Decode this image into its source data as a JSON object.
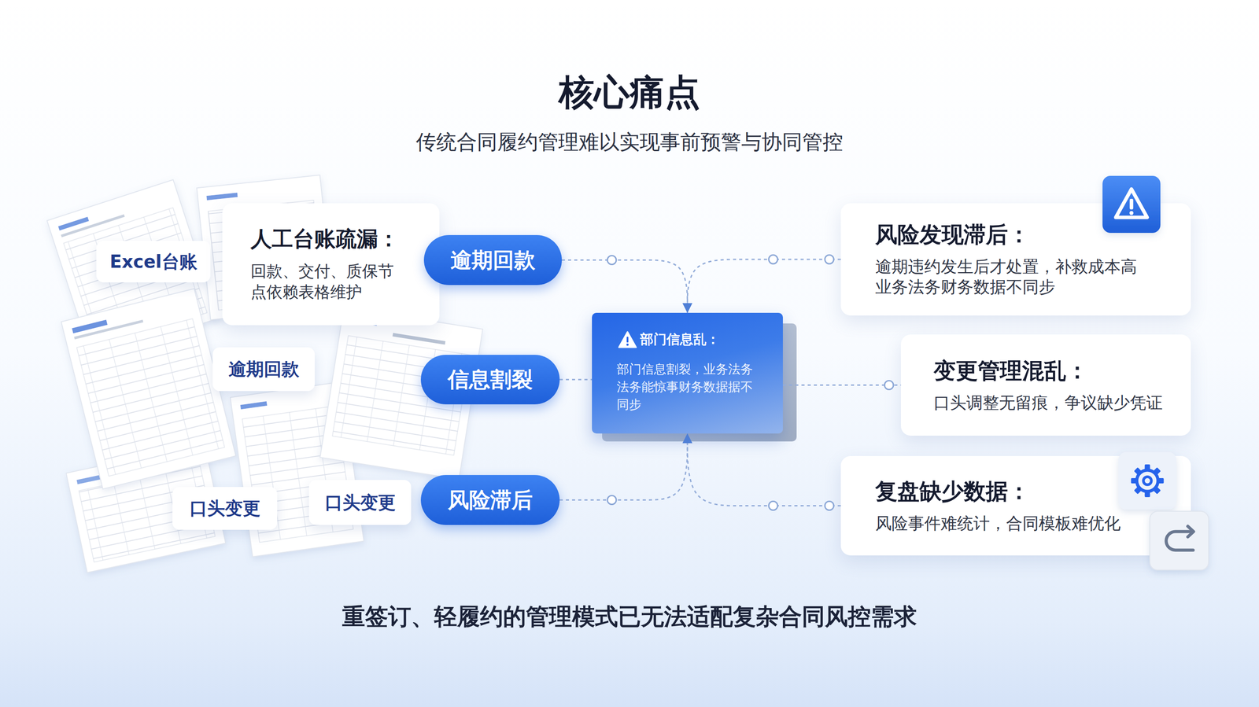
{
  "diagram": {
    "title": "核心痛点",
    "caption": "传统合同履约管理难以实现事前预警与协同管控",
    "nodes": [
      {
        "text": [
          "Excel台账"
        ]
      },
      {
        "text": [
          "人工台账疏漏：",
          "回款、交付、质保节 点依赖表格维护"
        ]
      },
      {
        "text": [
          "逾期回款"
        ]
      },
      {
        "text": [
          "口头变更"
        ]
      },
      {
        "text": [
          "口头变更"
        ]
      },
      {
        "text": [
          "逾期回款"
        ]
      },
      {
        "text": [
          "信息割裂"
        ]
      },
      {
        "text": [
          "风险滞后"
        ]
      },
      {
        "text": [
          "部门信息乱：",
          "部门信息割裂，业务法务 法务能惊事财务数据据不 同步"
        ]
      },
      {
        "text": [
          "风险发现滞后：",
          "逾期违约发生后才处置，补救成本高 业务法务财务数据不同步"
        ]
      },
      {
        "text": [
          "变更管理混乱：",
          "口头调整无留痕，争议缺少凭证"
        ]
      },
      {
        "text": [
          "复盘缺少数据：",
          "风险事件难统计，合同模板难优化"
        ]
      }
    ],
    "edges": [
      {
        "from": 5,
        "to": 8,
        "arrow": "to"
      },
      {
        "from": 9,
        "to": 8,
        "arrow": "to"
      },
      {
        "from": 6,
        "to": 8,
        "arrow": "none"
      },
      {
        "from": 8,
        "to": 10,
        "arrow": "none"
      },
      {
        "from": 7,
        "to": 8,
        "arrow": "to"
      },
      {
        "from": 11,
        "to": 8,
        "arrow": "to"
      }
    ],
    "labels": [
      "重签订、轻履约的管理模式已无法适配复杂合同风控需求"
    ]
  }
}
